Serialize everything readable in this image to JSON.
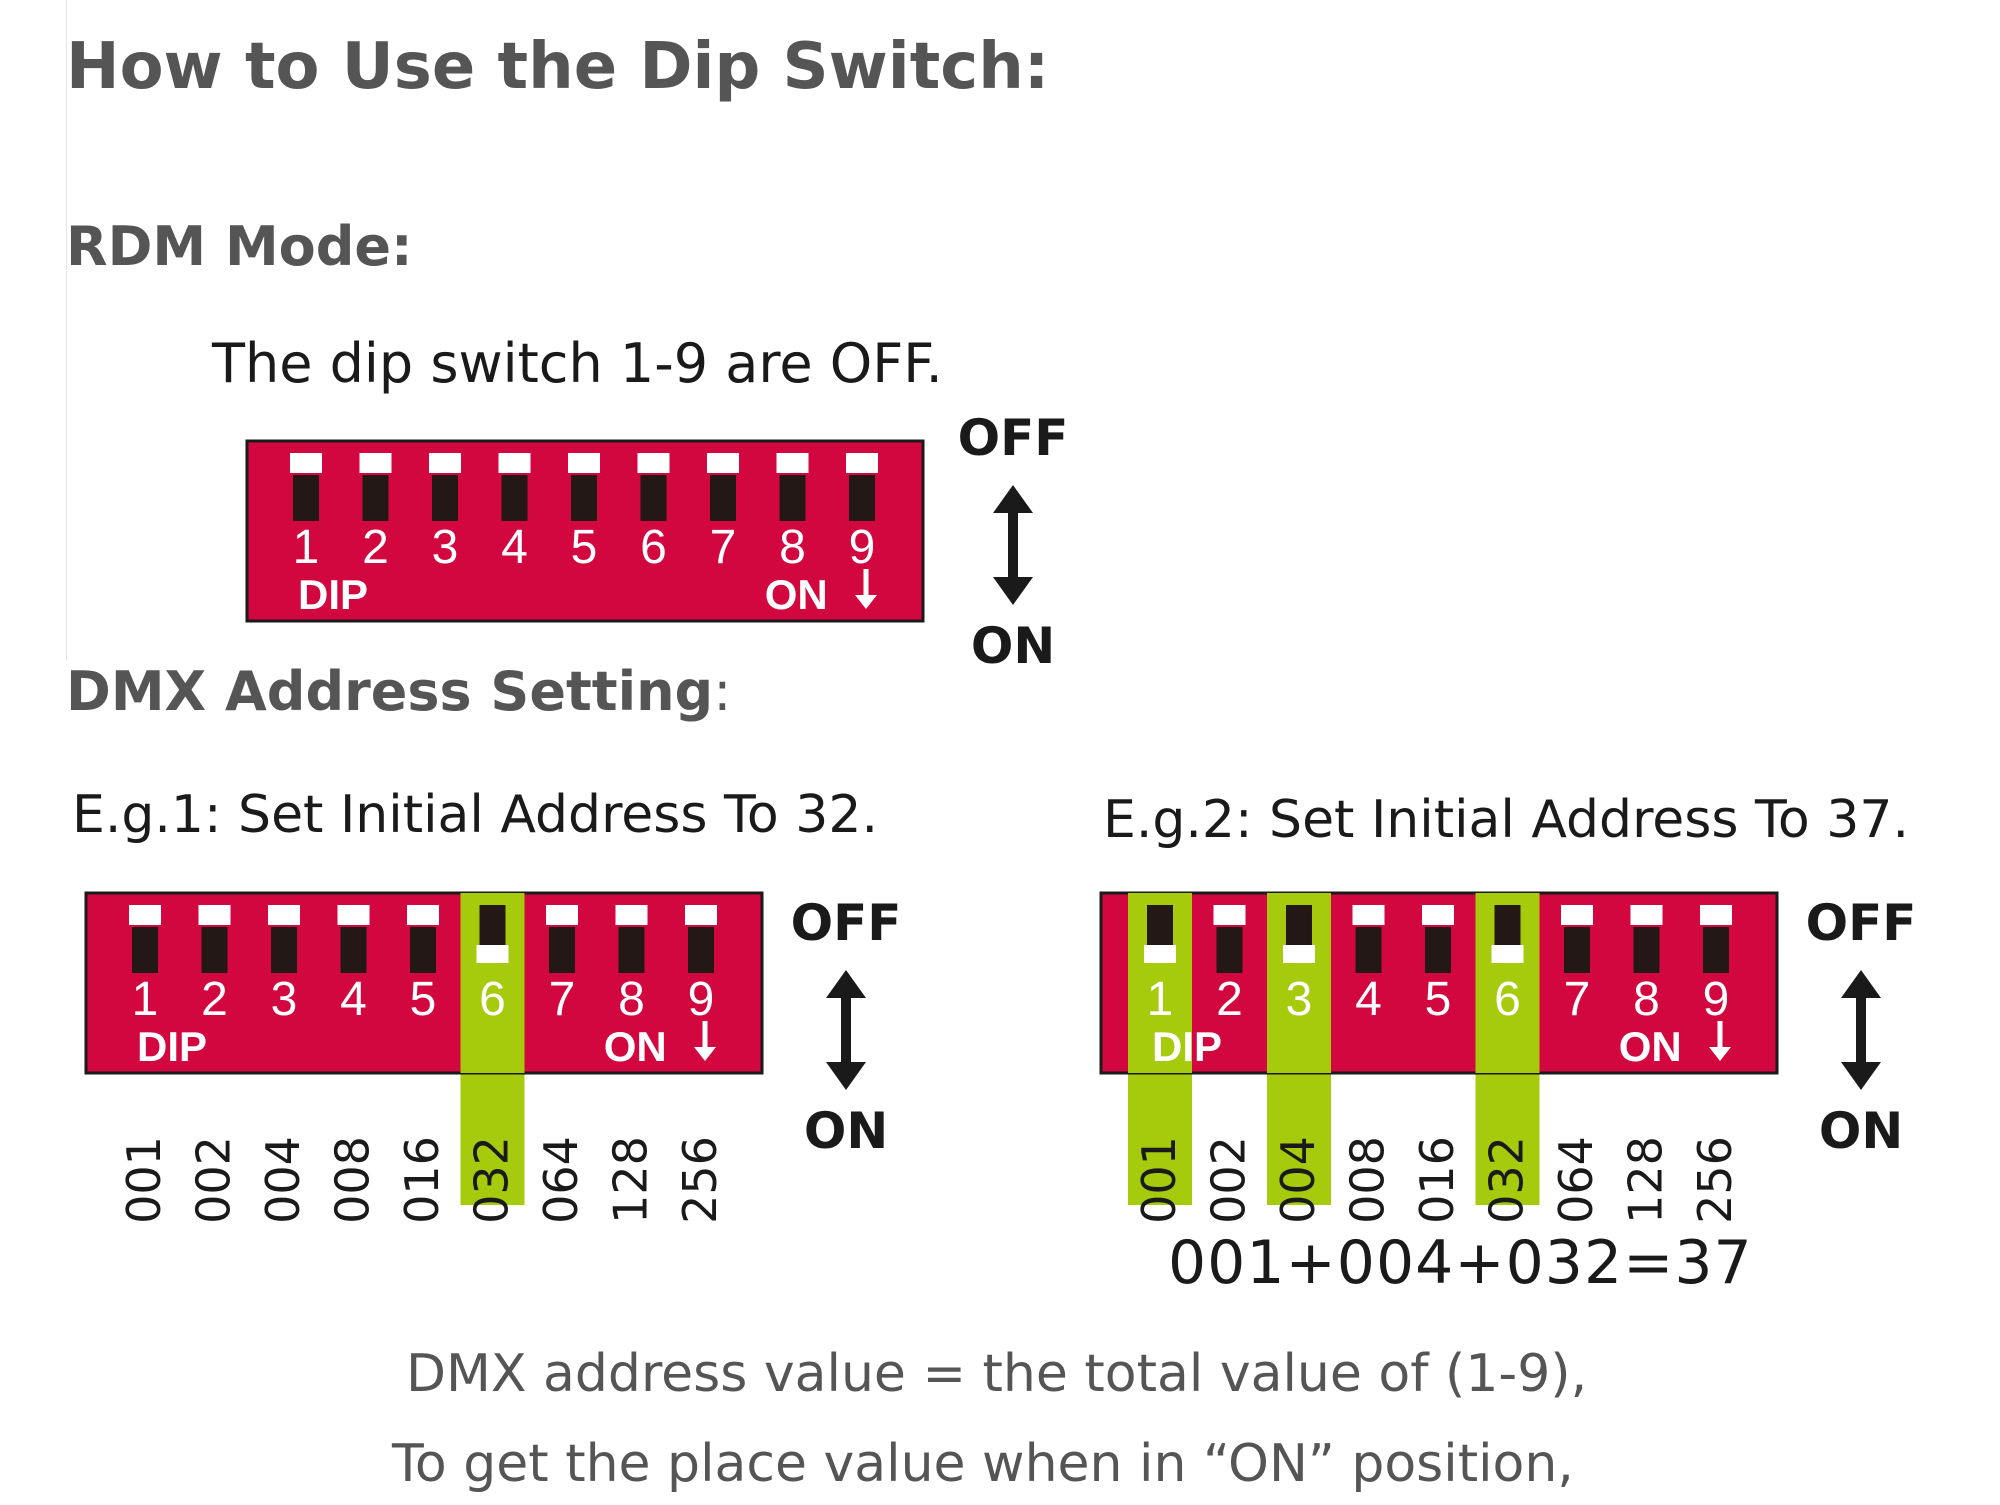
{
  "heading": "How to Use the Dip Switch:",
  "rdm": {
    "title": "RDM Mode:",
    "desc": "The dip switch 1-9 are OFF."
  },
  "dmx": {
    "title": "DMX Address Setting",
    "title_colon": ":",
    "example1": "E.g.1: Set Initial Address To 32.",
    "example2": "E.g.2: Set Initial Address To 37.",
    "formula": "001+004+032=37",
    "note_line1": "DMX address value = the total value of (1-9),",
    "note_line2": "To get the place value when in “ON” position,"
  },
  "switch": {
    "numbers": [
      "1",
      "2",
      "3",
      "4",
      "5",
      "6",
      "7",
      "8",
      "9"
    ],
    "dip_label": "DIP",
    "on_label": "ON",
    "values": [
      "001",
      "002",
      "004",
      "008",
      "016",
      "032",
      "064",
      "128",
      "256"
    ],
    "off_text": "OFF",
    "on_text": "ON"
  },
  "colors": {
    "switch_body": "#d2073f",
    "highlight": "#a6cb0c",
    "lever": "#231815"
  },
  "states": {
    "rdm_on": [],
    "example1_on": [
      6
    ],
    "example2_on": [
      1,
      3,
      6
    ]
  }
}
